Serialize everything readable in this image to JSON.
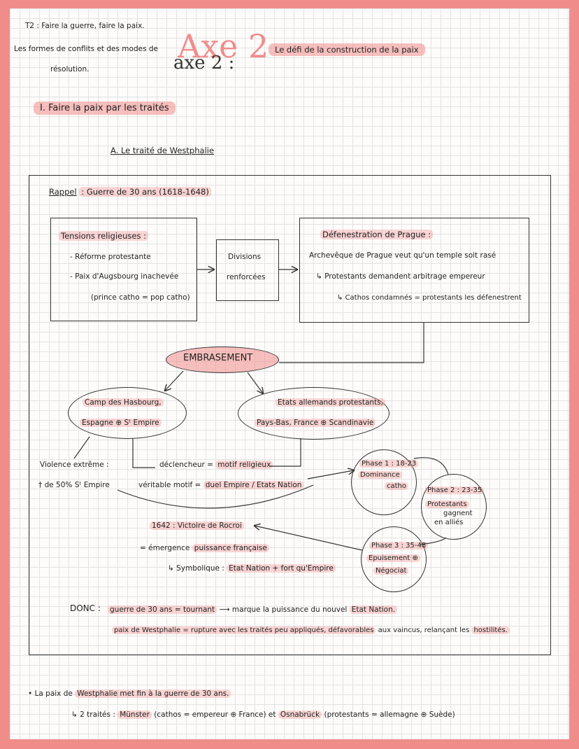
{
  "header": {
    "line1": "T2 : Faire la guerre, faire la paix.",
    "line2": "Les formes de conflits et des modes de",
    "line3": "résolution.",
    "axe_big": "Axe 2",
    "axe_small": "axe 2 :",
    "subtitle": "Le défi de la construction de la paix"
  },
  "section": {
    "title": "I. Faire la paix par les traités",
    "sub": "A. Le traité de Westphalie"
  },
  "rappel": {
    "label": "Rappel",
    "text": ": Guerre de 30 ans (1618-1648)"
  },
  "tensions": {
    "title": "Tensions religieuses :",
    "items": [
      "- Réforme protestante",
      "- Paix d'Augsbourg inachevée"
    ],
    "note": "(prince catho = pop catho)"
  },
  "divisions": {
    "line1": "Divisions",
    "line2": "renforcées"
  },
  "defenestration": {
    "title": "Défenestration de Prague :",
    "line1": "Archevêque de Prague veut qu'un temple soit rasé",
    "line2": "↳ Protestants demandent arbitrage empereur",
    "line3": "↳ Cathos condamnés = protestants les défenestrent"
  },
  "embrasement": "EMBRASEMENT",
  "hasbourg": {
    "line1": "Camp des Hasbourg,",
    "line2": "Espagne ⊕ Sᵗ Empire"
  },
  "etats": {
    "line1": "Etats allemands protestants,",
    "line2": "Pays-Bas, France ⊕ Scandinavie"
  },
  "violence": {
    "line1": "Violence extrême :",
    "line2": "† de 50% Sᵗ Empire"
  },
  "declencheur": {
    "label": "déclencheur = ",
    "value": "motif religieux"
  },
  "veritable": {
    "label": "véritable motif = ",
    "value": "duel Empire / Etats Nation"
  },
  "phase1": {
    "line1": "Phase 1 : 18-23",
    "line2": "Dominance",
    "line3": "catho"
  },
  "phase2": {
    "line1": "Phase 2 : 23-35",
    "line2": "Protestants",
    "line3": "gagnent",
    "line4": "en alliés"
  },
  "phase3": {
    "line1": "Phase 3 : 35-48",
    "line2": "Epuisement ⊕",
    "line3": "Négociat"
  },
  "rocroi": {
    "line1": "1642 : Victoire de Rocroi",
    "line2_pre": "= émergence ",
    "line2_hl": "puissance française",
    "line3_pre": "↳ Symbolique : ",
    "line3_hl": "Etat Nation + fort qu'Empire"
  },
  "donc": {
    "label": "DONC :",
    "line1_hl": "guerre de 30 ans = tournant",
    "line1_rest": "⟶ marque la puissance du nouvel",
    "line1_end": "Etat Nation.",
    "line2_hl1": "paix de Westphalie = rupture avec les traités peu appliqués, défavorables",
    "line2_mid": "aux vaincus, relançant les",
    "line2_hl2": "hostilités."
  },
  "footer": {
    "line1_pre": "• La paix de ",
    "line1_hl": "Westphalie met fin à la guerre de 30 ans.",
    "line2_pre": "↳ 2 traités :",
    "munster": "Münster",
    "line2_mid": "(cathos = empereur ⊕ France) et",
    "osna": "Osnabrück",
    "line2_end": "(protestants = allemagne ⊕ Suède)"
  }
}
